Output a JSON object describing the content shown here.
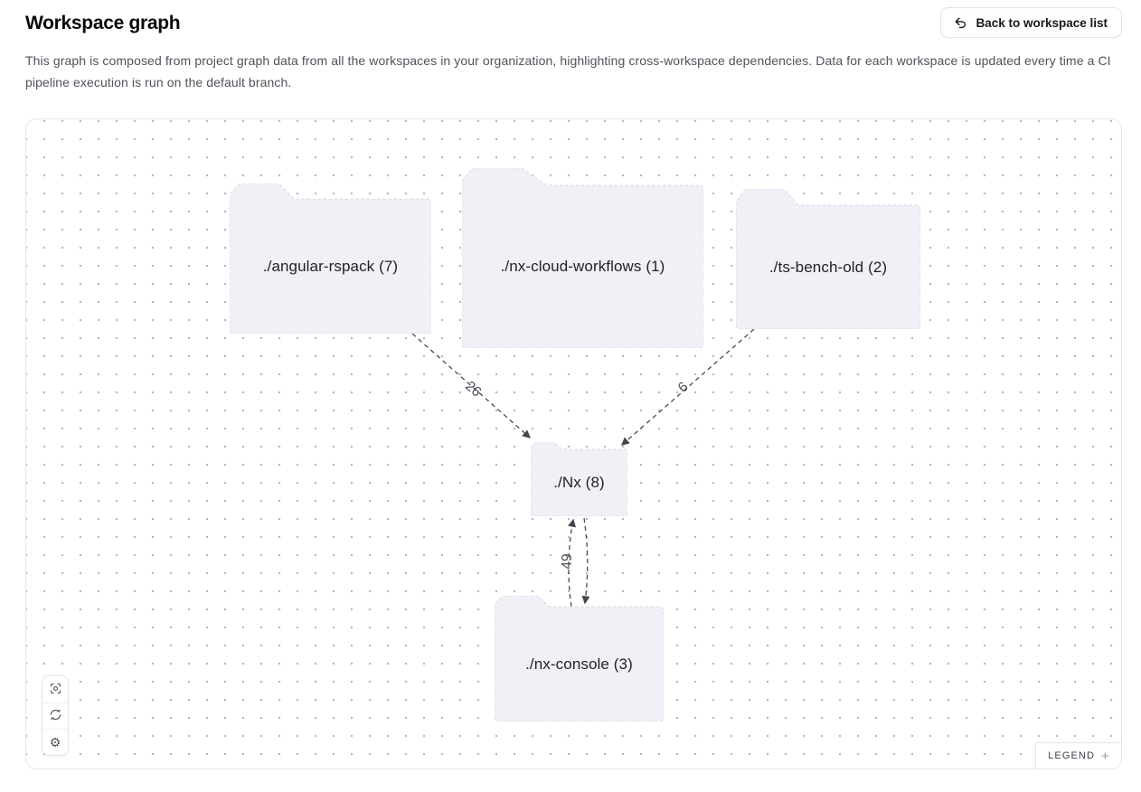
{
  "header": {
    "title": "Workspace graph",
    "back_button_label": "Back to workspace list",
    "back_button_icon": "undo-arrow-icon"
  },
  "description": "This graph is composed from project graph data from all the workspaces in your organization, highlighting cross-workspace dependencies. Data for each workspace is updated every time a CI pipeline execution is run on the default branch.",
  "graph": {
    "nodes": [
      {
        "id": "angular-rspack",
        "label": "./angular-rspack (7)"
      },
      {
        "id": "nx-cloud-workflows",
        "label": "./nx-cloud-workflows (1)"
      },
      {
        "id": "ts-bench-old",
        "label": "./ts-bench-old (2)"
      },
      {
        "id": "nx",
        "label": "./Nx (8)"
      },
      {
        "id": "nx-console",
        "label": "./nx-console (3)"
      }
    ],
    "edges": [
      {
        "from": "./angular-rspack",
        "to": "./Nx",
        "label": "26"
      },
      {
        "from": "./ts-bench-old",
        "to": "./Nx",
        "label": "6"
      },
      {
        "from": "./nx-console",
        "to": "./Nx",
        "label": "49",
        "bidirectional": true
      }
    ]
  },
  "toolbar": {
    "buttons": [
      {
        "icon": "focus-icon"
      },
      {
        "icon": "refresh-icon"
      },
      {
        "icon": "gear-icon"
      }
    ]
  },
  "legend": {
    "label": "LEGEND",
    "expand_glyph": "+"
  },
  "colors": {
    "node_fill": "#f2f0f6",
    "node_border": "#d9d5e1",
    "edge": "#4a4a54",
    "canvas_border": "#e7e7eb",
    "dot_grid": "#b6b5bc",
    "text_primary": "#18181b",
    "text_secondary": "#52525b"
  }
}
